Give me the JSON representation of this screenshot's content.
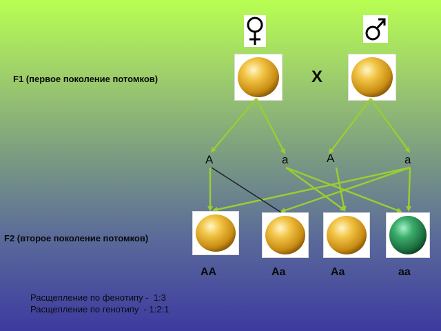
{
  "f1_label": "F1 (первое поколение потомков)",
  "f2_label": "F2 (второе поколение потомков)",
  "cross_symbol": "X",
  "parents": [
    {
      "symbol": "female-symbol",
      "color": "#e8b630"
    },
    {
      "symbol": "male-symbol",
      "color": "#e8b630"
    }
  ],
  "gametes": [
    "A",
    "a",
    "A",
    "a"
  ],
  "offspring": [
    {
      "genotype": "AA",
      "color": "#e8b630"
    },
    {
      "genotype": "Aa",
      "color": "#e8b630"
    },
    {
      "genotype": "Aa",
      "color": "#e8b630"
    },
    {
      "genotype": "aa",
      "color": "#2e9a5a"
    }
  ],
  "phenotype_ratio": "Расщепление по фенотипу -  1:3",
  "genotype_ratio": "Расщепление по генотипу  - 1:2:1",
  "colors": {
    "arrow": "#9acd32",
    "dominant": "#e8b630",
    "recessive": "#2e9a5a"
  }
}
